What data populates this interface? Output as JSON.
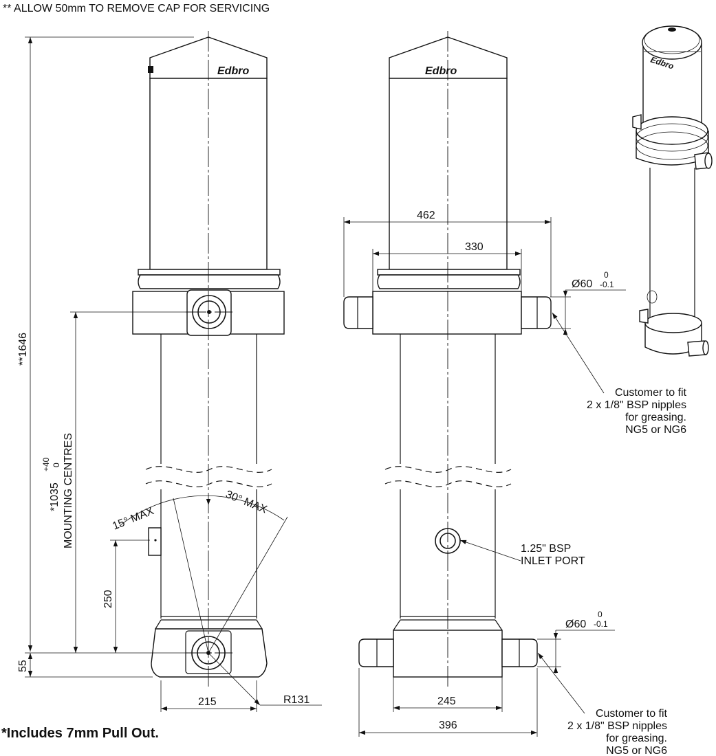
{
  "header_note": "** ALLOW 50mm TO REMOVE CAP FOR SERVICING",
  "footer_note": "*Includes 7mm Pull Out.",
  "brand": "Edbro",
  "dimensions": {
    "overall_length": "**1646",
    "mounting_centres_value": "*1035",
    "mounting_centres_tol_upper": "+40",
    "mounting_centres_tol_lower": "0",
    "mounting_centres_label": "MOUNTING CENTRES",
    "bottom_offset": "55",
    "port_height": "250",
    "base_width": "215",
    "radius": "R131",
    "angle_left": "15° MAX",
    "angle_right": "30° MAX",
    "top_trunnion_span": "462",
    "collar_width": "330",
    "top_pin_dia": "Ø60",
    "top_pin_tol_upper": "0",
    "top_pin_tol_lower": "-0.1",
    "bottom_pin_dia": "Ø60",
    "bottom_pin_tol_upper": "0",
    "bottom_pin_tol_lower": "-0.1",
    "bottom_block_width": "245",
    "bottom_trunnion_span": "396"
  },
  "notes": {
    "top_nipples": [
      "Customer to fit",
      "2 x 1/8\" BSP nipples",
      "for greasing.",
      "NG5 or NG6"
    ],
    "bottom_nipples": [
      "Customer to fit",
      "2 x 1/8\" BSP nipples",
      "for greasing.",
      "NG5 or NG6"
    ],
    "inlet_port": [
      "1.25\" BSP",
      "INLET PORT"
    ]
  }
}
